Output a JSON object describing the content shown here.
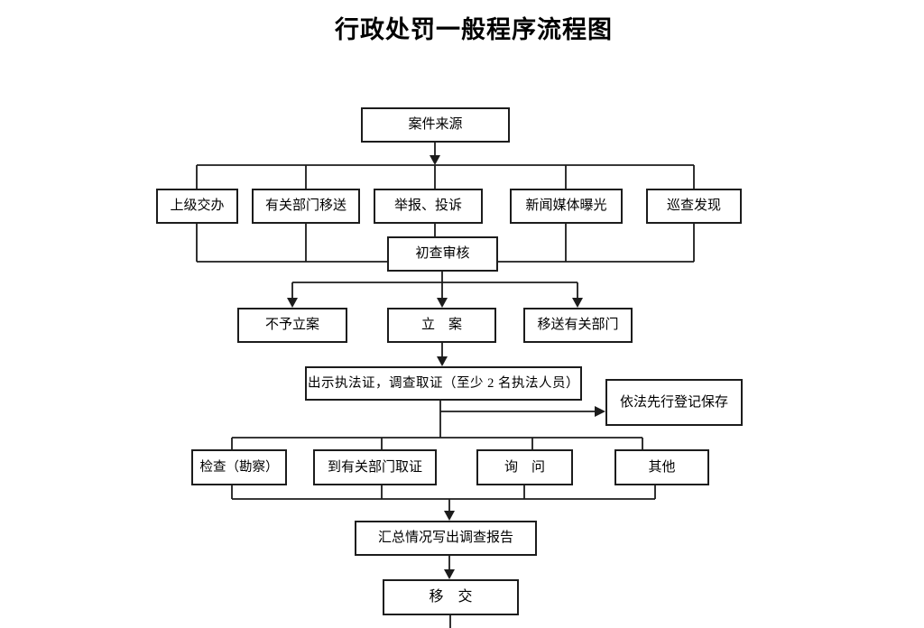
{
  "title": "行政处罚一般程序流程图",
  "colors": {
    "line": "#1c1c1c",
    "background": "#ffffff",
    "text": "#000000"
  },
  "flowchart": {
    "source": "案件来源",
    "channels": [
      "上级交办",
      "有关部门移送",
      "举报、投诉",
      "新闻媒体曝光",
      "巡查发现"
    ],
    "review": "初查审核",
    "decisions": [
      "不予立案",
      "立　案",
      "移送有关部门"
    ],
    "investigation": "出示执法证，调查取证（至少 2 名执法人员）",
    "registration": "依法先行登记保存",
    "methods": [
      "检查（勘察）",
      "到有关部门取证",
      "询　问",
      "其他"
    ],
    "report": "汇总情况写出调查报告",
    "transfer": "移　交"
  }
}
